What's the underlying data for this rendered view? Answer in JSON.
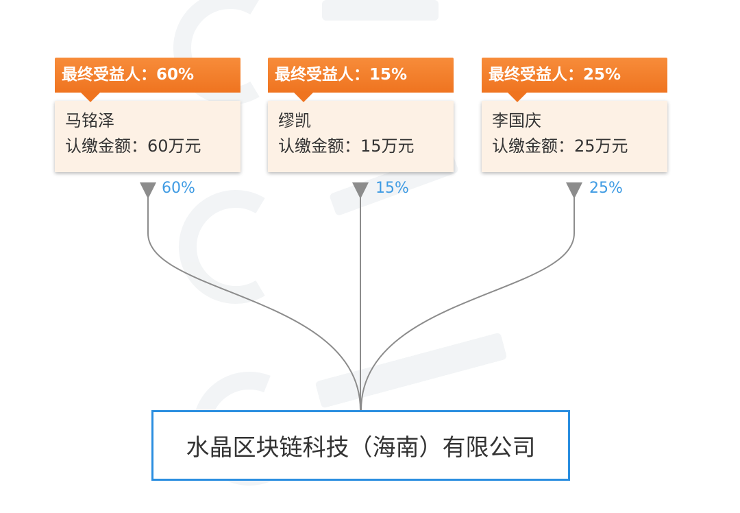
{
  "shareholders": [
    {
      "ubo_label": "最终受益人：60%",
      "name": "马铭泽",
      "amount": "认缴金额：60万元",
      "ratio": "60%"
    },
    {
      "ubo_label": "最终受益人：15%",
      "name": "缪凯",
      "amount": "认缴金额：15万元",
      "ratio": "15%"
    },
    {
      "ubo_label": "最终受益人：25%",
      "name": "李国庆",
      "amount": "认缴金额：25万元",
      "ratio": "25%"
    }
  ],
  "company": {
    "name": "水晶区块链科技（海南）有限公司"
  },
  "colors": {
    "ubo_tag": "#ef7420",
    "card_bg": "#fdf1e5",
    "ratio_text": "#3f9be3",
    "company_border": "#2a8ee0",
    "connector": "#8c8c8c"
  }
}
